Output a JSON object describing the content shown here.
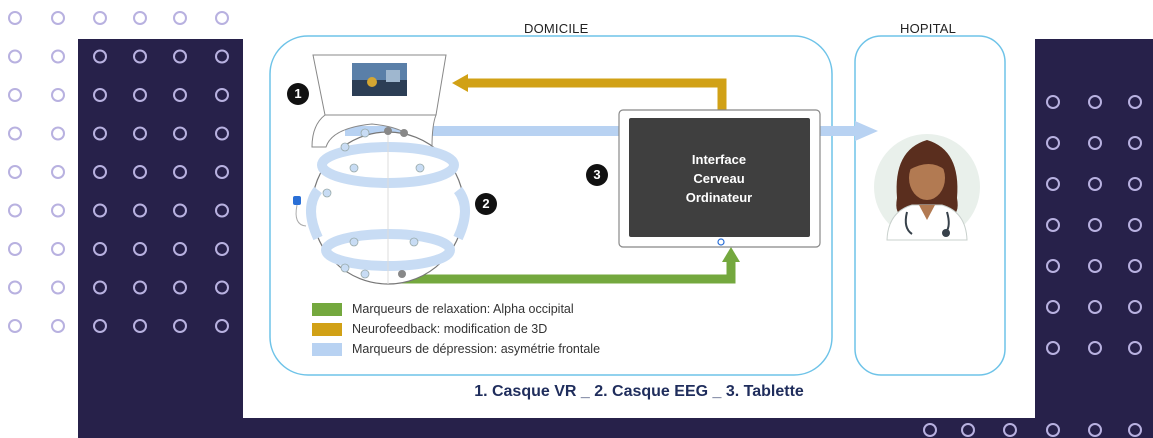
{
  "labels": {
    "domicile": "DOMICILE",
    "hopital": "HOPITAL",
    "interface_line1": "Interface",
    "interface_line2": "Cerveau",
    "interface_line3": "Ordinateur",
    "num1": "1",
    "num2": "2",
    "num3": "3"
  },
  "legend": [
    {
      "label": "Marqueurs de relaxation: Alpha occipital",
      "color": "#74a83e"
    },
    {
      "label": "Neurofeedback: modification de 3D",
      "color": "#d1a116"
    },
    {
      "label": "Marqueurs de dépression: asymétrie frontale",
      "color": "#b8d2f2"
    }
  ],
  "caption": "1. Casque VR _ 2. Casque EEG _ 3. Tablette",
  "colors": {
    "navy": "#27214a",
    "dot": "#b8b1e0",
    "box_border": "#6ec3e8",
    "tablet": "#3f3f3f",
    "caption": "#1f2d5c"
  },
  "icons": [
    "vr-headset-icon",
    "eeg-cap-icon",
    "tablet-icon",
    "doctor-icon"
  ]
}
